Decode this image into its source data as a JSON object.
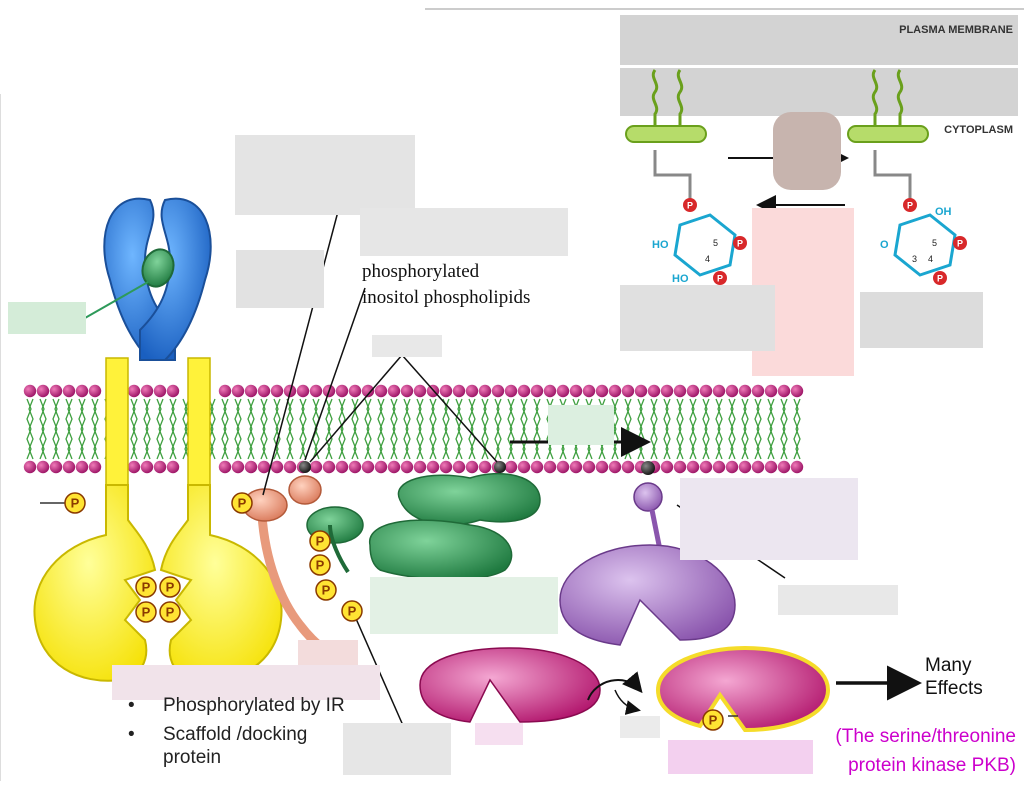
{
  "labels": {
    "phospholipids_line1": "phosphorylated",
    "phospholipids_line2": "inositol phospholipids",
    "many_effects_line1": "Many",
    "many_effects_line2": "Effects",
    "pkb_line1": "(The serine/threonine",
    "pkb_line2": "protein kinase PKB)",
    "plasma_membrane": "PLASMA MEMBRANE",
    "cytoplasm": "CYTOPLASM",
    "phospho": "P",
    "ring_5": "5",
    "ring_4": "4",
    "ring_3": "3",
    "ho": "HO",
    "oh": "OH",
    "o": "O"
  },
  "bullets": [
    "Phosphorylated by IR",
    "Scaffold /docking protein"
  ],
  "colors": {
    "receptor_blue": "#2a7fd8",
    "receptor_yellow": "#fff23a",
    "ligand_green": "#2e9a5a",
    "irs_salmon": "#e89a7c",
    "pi3k_green": "#3aa05c",
    "pdk_purple": "#a676c4",
    "pkb_magenta": "#c41f78",
    "membrane_pink": "#c0207f",
    "tail_green": "#3fa040",
    "phospho_yellow": "#ffe433",
    "inset_gray": "#d6d6d6",
    "annotation_magenta": "#cc00cc"
  }
}
